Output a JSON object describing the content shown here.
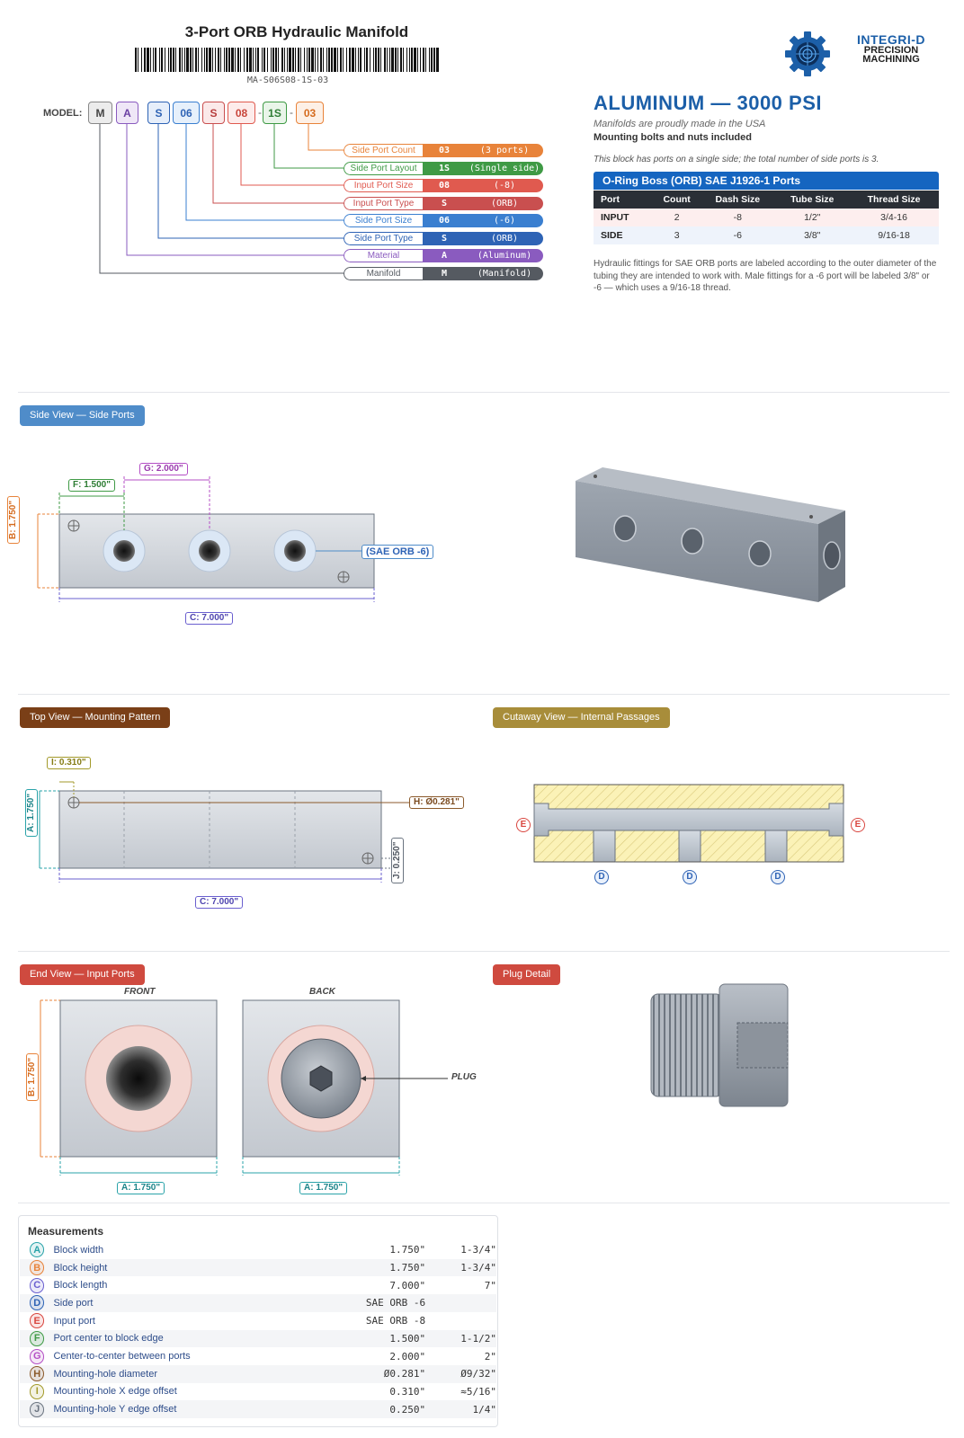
{
  "header": {
    "title": "3-Port ORB Hydraulic Manifold",
    "part_number": "MA-S06S08-1S-03",
    "logo": {
      "line1": "INTEGRI-D",
      "line2": "PRECISION",
      "line3": "MACHINING"
    }
  },
  "model": {
    "label": "MODEL:",
    "chips": [
      "M",
      "A",
      "S",
      "06",
      "S",
      "08",
      "1S",
      "03"
    ],
    "legend": [
      {
        "name": "Side Port Count",
        "code": "03",
        "desc": "(3 ports)",
        "color": "#e8833a"
      },
      {
        "name": "Side Port Layout",
        "code": "1S",
        "desc": "(Single side)",
        "color": "#3f9a45"
      },
      {
        "name": "Input Port Size",
        "code": "08",
        "desc": "(-8)",
        "color": "#e05a4f"
      },
      {
        "name": "Input Port Type",
        "code": "S",
        "desc": "(ORB)",
        "color": "#c94f4f"
      },
      {
        "name": "Side Port Size",
        "code": "06",
        "desc": "(-6)",
        "color": "#3a7fd0"
      },
      {
        "name": "Side Port Type",
        "code": "S",
        "desc": "(ORB)",
        "color": "#2e63b5"
      },
      {
        "name": "Material",
        "code": "A",
        "desc": "(Aluminum)",
        "color": "#8a5bbf"
      },
      {
        "name": "Manifold",
        "code": "M",
        "desc": "(Manifold)",
        "color": "#555a61"
      }
    ]
  },
  "spec": {
    "material_title": "ALUMINUM — 3000 PSI",
    "made_in": "Manifolds are proudly made in the USA",
    "bolts": "Mounting bolts and nuts included",
    "single_side_note": "This block has ports on a single side; the total number of side ports is 3.",
    "orb_header": "O-Ring Boss (ORB) SAE J1926-1 Ports",
    "table_headers": [
      "Port",
      "Count",
      "Dash Size",
      "Tube Size",
      "Thread Size"
    ],
    "table_rows": [
      [
        "INPUT",
        "2",
        "-8",
        "1/2\"",
        "3/4-16"
      ],
      [
        "SIDE",
        "3",
        "-6",
        "3/8\"",
        "9/16-18"
      ]
    ],
    "orb_note": "Hydraulic fittings for SAE ORB ports are labeled according to the outer diameter of the tubing they are intended to work with. Male fittings for a -6 port will be labeled 3/8\" or -6 — which uses a 9/16-18 thread."
  },
  "sections": {
    "side_view": "Side View — Side Ports",
    "top_view": "Top View — Mounting Pattern",
    "cutaway_view": "Cutaway View — Internal Passages",
    "end_view": "End View — Input Ports",
    "plug_detail": "Plug Detail"
  },
  "side_view": {
    "dim_f": "F: 1.500\"",
    "dim_g": "G: 2.000\"",
    "dim_b": "B: 1.750\"",
    "dim_c": "C: 7.000\"",
    "callout": "(SAE ORB -6)"
  },
  "top_view": {
    "dim_i": "I: 0.310\"",
    "dim_a": "A: 1.750\"",
    "dim_h": "H: Ø0.281\"",
    "dim_j": "J: 0.250\"",
    "dim_c": "C: 7.000\""
  },
  "cutaway": {
    "input_marker": "E",
    "side_marker": "D"
  },
  "end_view": {
    "front_label": "FRONT",
    "back_label": "BACK",
    "plug_label": "PLUG",
    "dim_b": "B: 1.750\"",
    "dim_a_front": "A: 1.750\"",
    "dim_a_back": "A: 1.750\""
  },
  "measurements": {
    "title": "Measurements",
    "rows": [
      {
        "letter": "A",
        "name": "Block width",
        "v1": "1.750\"",
        "v2": "1-3/4\"",
        "color": "#2aa3a9"
      },
      {
        "letter": "B",
        "name": "Block height",
        "v1": "1.750\"",
        "v2": "1-3/4\"",
        "color": "#e8833a"
      },
      {
        "letter": "C",
        "name": "Block length",
        "v1": "7.000\"",
        "v2": "7\"",
        "color": "#6a5fcf"
      },
      {
        "letter": "D",
        "name": "Side port",
        "v1": "SAE ORB -6",
        "v2": "",
        "color": "#2e63b5"
      },
      {
        "letter": "E",
        "name": "Input port",
        "v1": "SAE ORB -8",
        "v2": "",
        "color": "#d9463f"
      },
      {
        "letter": "F",
        "name": "Port center to block edge",
        "v1": "1.500\"",
        "v2": "1-1/2\"",
        "color": "#3f9a45"
      },
      {
        "letter": "G",
        "name": "Center-to-center between ports",
        "v1": "2.000\"",
        "v2": "2\"",
        "color": "#b44fc5"
      },
      {
        "letter": "H",
        "name": "Mounting-hole diameter",
        "v1": "Ø0.281\"",
        "v2": "Ø9/32\"",
        "color": "#8b5a2b"
      },
      {
        "letter": "I",
        "name": "Mounting-hole X edge offset",
        "v1": "0.310\"",
        "v2": "≈5/16\"",
        "color": "#a39a2a"
      },
      {
        "letter": "J",
        "name": "Mounting-hole Y edge offset",
        "v1": "0.250\"",
        "v2": "1/4\"",
        "color": "#6b7480"
      }
    ]
  },
  "colors": {
    "accent": "#1c5fa8",
    "side_chip": "#4f8cc9",
    "top_chip": "#7a3f17",
    "cutaway_chip": "#a88d3a",
    "end_chip": "#cf4a3f",
    "plug_chip": "#cf4a3f"
  }
}
